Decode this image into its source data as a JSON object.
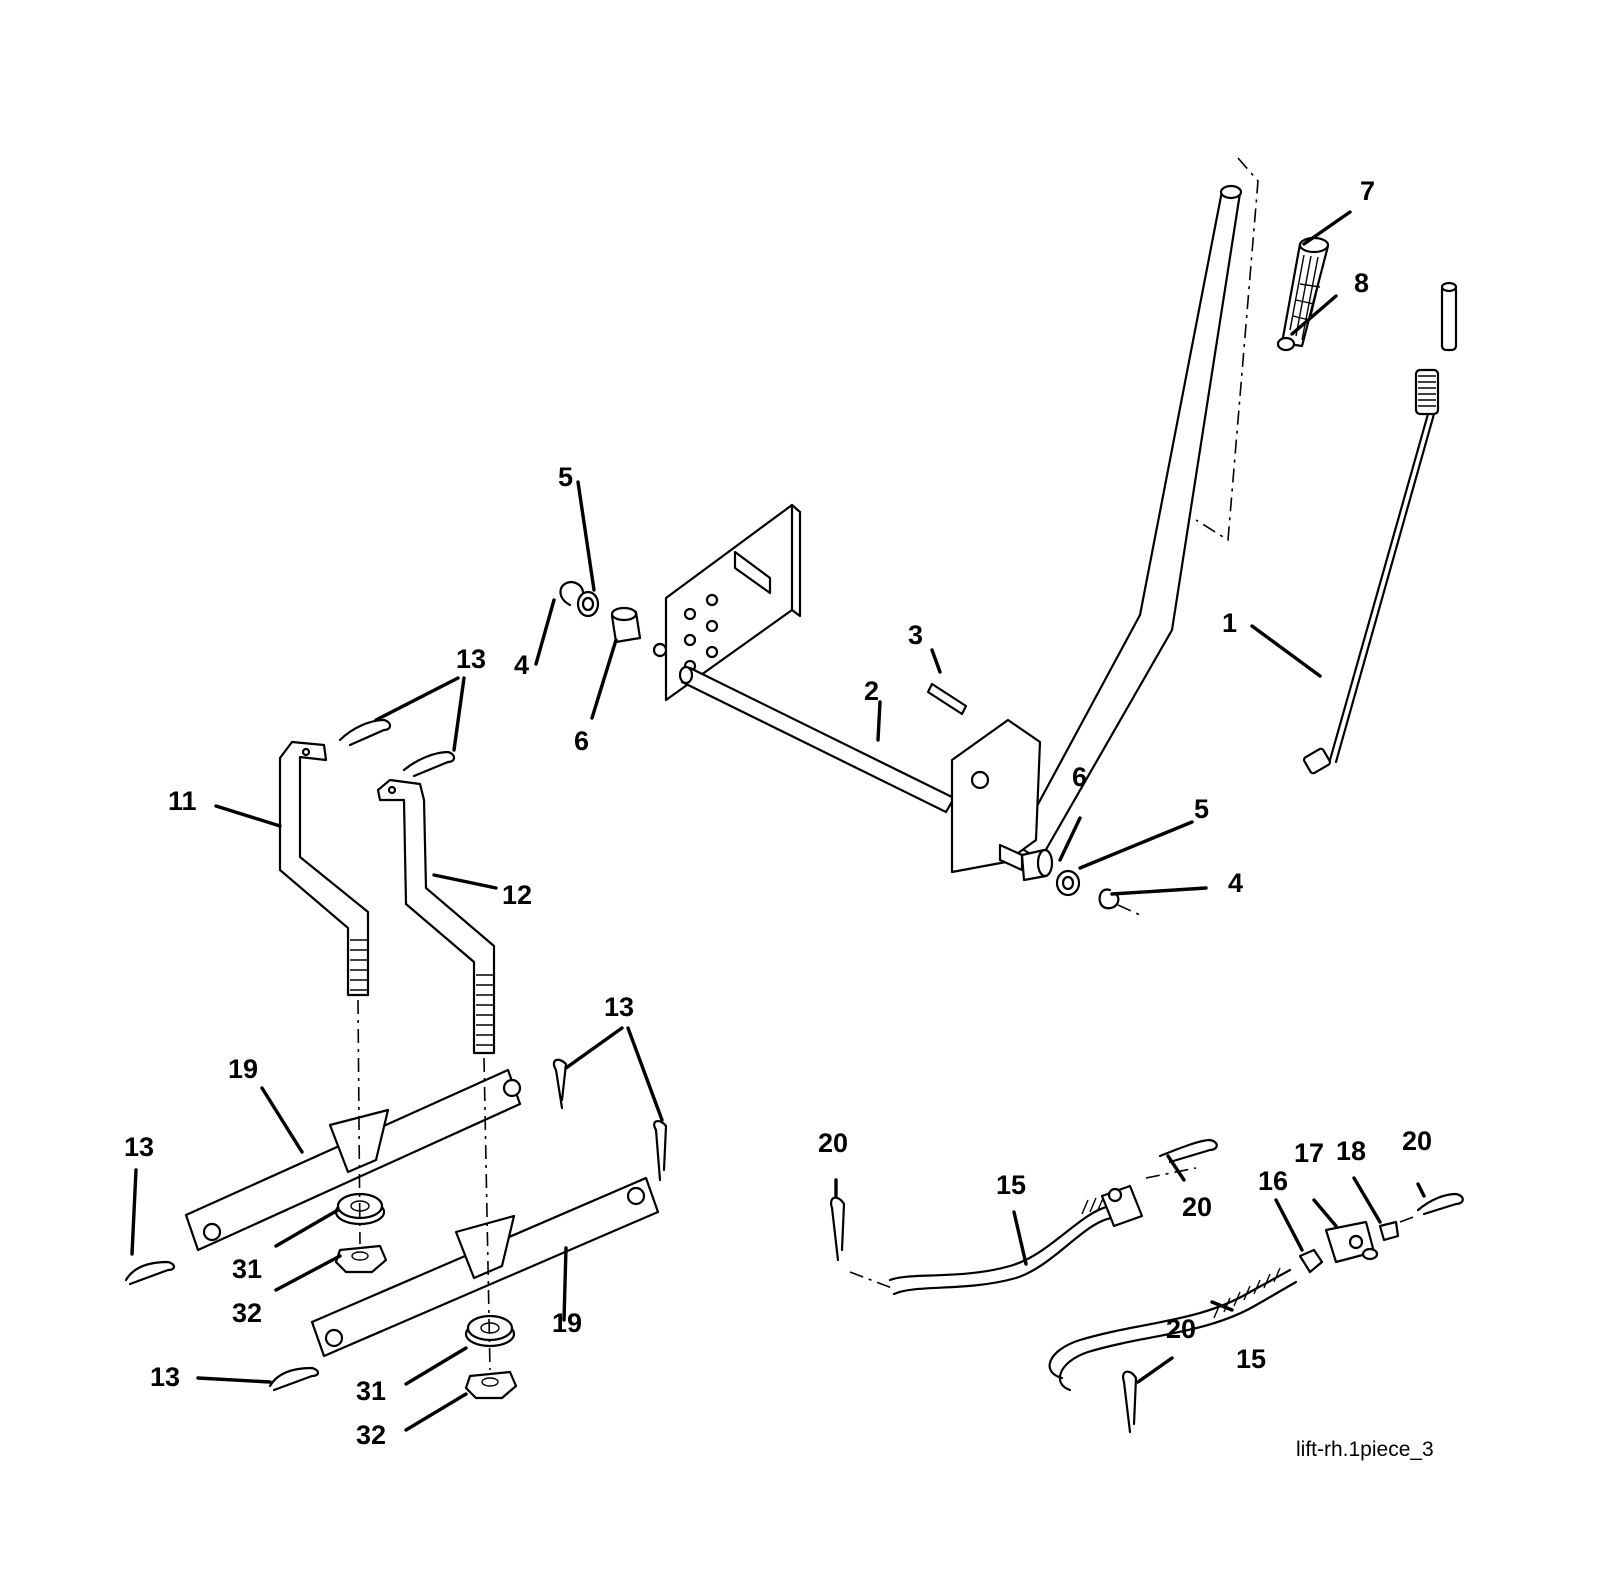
{
  "diagram": {
    "caption": "lift-rh.1piece_3",
    "callouts": {
      "c1": "1",
      "c2": "2",
      "c3": "3",
      "c4a": "4",
      "c4b": "4",
      "c5a": "5",
      "c5b": "5",
      "c6a": "6",
      "c6b": "6",
      "c7": "7",
      "c8": "8",
      "c11": "11",
      "c12": "12",
      "c13a": "13",
      "c13b": "13",
      "c13c": "13",
      "c13d": "13",
      "c15a": "15",
      "c15b": "15",
      "c16": "16",
      "c17": "17",
      "c18": "18",
      "c19a": "19",
      "c19b": "19",
      "c20a": "20",
      "c20b": "20",
      "c20c": "20",
      "c20d": "20",
      "c31a": "31",
      "c31b": "31",
      "c32a": "32",
      "c32b": "32"
    }
  }
}
